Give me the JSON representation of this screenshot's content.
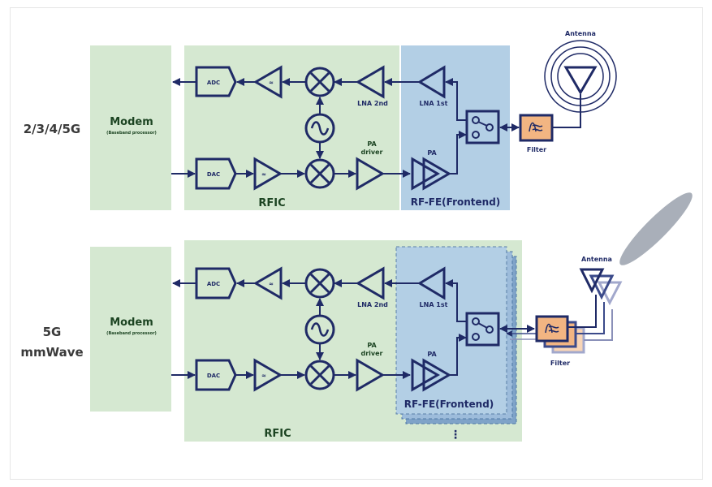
{
  "colors": {
    "modem_fill": "#d5e8d1",
    "rfic_fill": "#d5e8d1",
    "rffe_fill": "#b3cfe5",
    "rffe_stack_fill": "#8fb1d2",
    "line": "#1f2a66",
    "filter_fill": "#f2b582",
    "beam_fill": "#a9afb9",
    "ghost_line": "#8a90b8"
  },
  "rows": [
    {
      "id": "legacy",
      "title_lines": [
        "2/3/4/5G"
      ],
      "modem": {
        "title": "Modem",
        "subtitle": "(Baseband processor)"
      },
      "rfic_label": "RFIC",
      "rffe_label": "RF-FE(Frontend)",
      "components": {
        "adc": "ADC",
        "dac": "DAC",
        "lna_2nd": "LNA 2nd",
        "lna_1st": "LNA 1st",
        "pa_driver": [
          "PA",
          "driver"
        ],
        "pa": "PA",
        "filter": "Filter",
        "antenna": "Antenna"
      }
    },
    {
      "id": "mmwave",
      "title_lines": [
        "5G",
        "mmWave"
      ],
      "modem": {
        "title": "Modem",
        "subtitle": "(Baseband processor)"
      },
      "rfic_label": "RFIC",
      "rffe_label": "RF-FE(Frontend)",
      "more_indicator": "⋮",
      "components": {
        "adc": "ADC",
        "dac": "DAC",
        "lna_2nd": "LNA 2nd",
        "lna_1st": "LNA 1st",
        "pa_driver": [
          "PA",
          "driver"
        ],
        "pa": "PA",
        "filter": "Filter",
        "antenna": "Antenna"
      }
    }
  ]
}
